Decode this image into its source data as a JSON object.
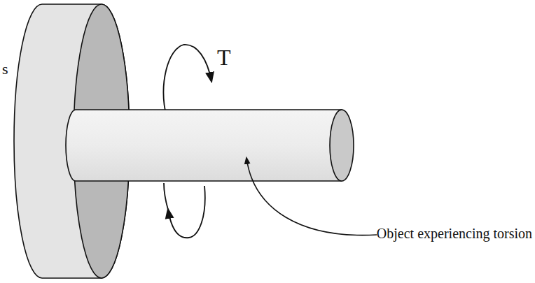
{
  "diagram": {
    "labels": [
      "T",
      "Object experiencing torsion",
      "s"
    ]
  }
}
